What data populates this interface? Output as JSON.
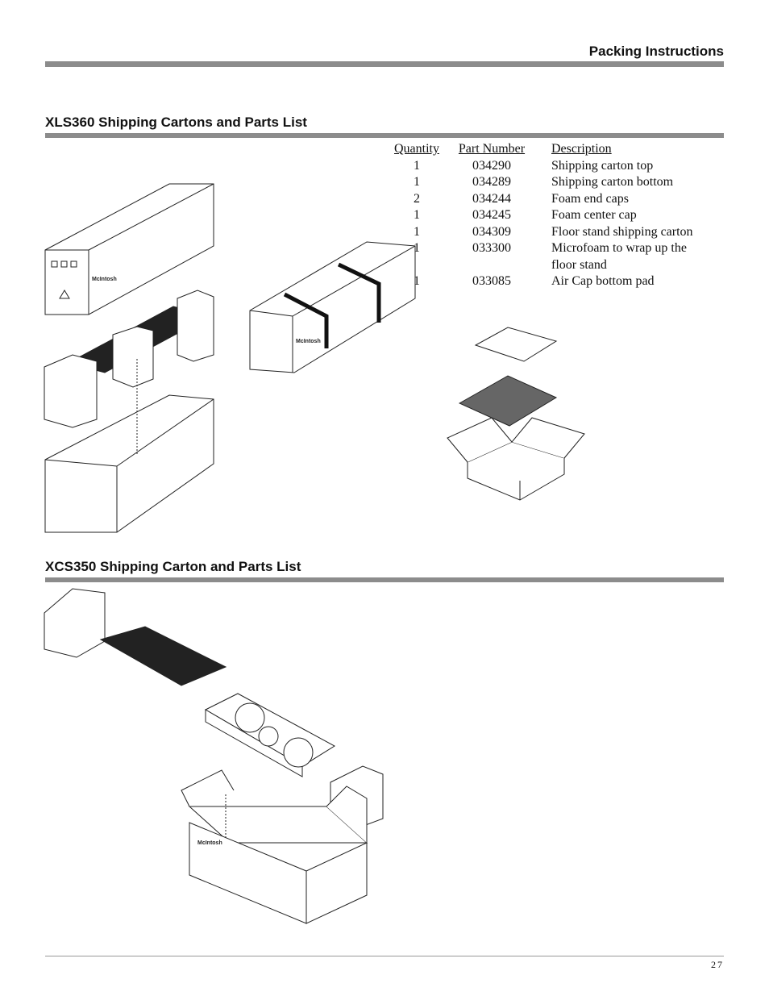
{
  "header": {
    "title": "Packing Instructions"
  },
  "sections": [
    {
      "title": "XLS360 Shipping Cartons and Parts List"
    },
    {
      "title": "XCS350 Shipping Carton and Parts List"
    }
  ],
  "parts_table": {
    "headers": {
      "quantity": "Quantity",
      "part_number": "Part Number",
      "description": "Description"
    },
    "rows": [
      {
        "quantity": "1",
        "part_number": "034290",
        "description": "Shipping carton top"
      },
      {
        "quantity": "1",
        "part_number": "034289",
        "description": "Shipping carton bottom"
      },
      {
        "quantity": "2",
        "part_number": "034244",
        "description": "Foam end caps"
      },
      {
        "quantity": "1",
        "part_number": "034245",
        "description": "Foam center cap"
      },
      {
        "quantity": "1",
        "part_number": "034309",
        "description": "Floor stand shipping carton"
      },
      {
        "quantity": "1",
        "part_number": "033300",
        "description": "Microfoam to wrap up the"
      },
      {
        "quantity": "",
        "part_number": "",
        "description": "floor stand"
      },
      {
        "quantity": "1",
        "part_number": "033085",
        "description": "Air Cap bottom pad"
      }
    ]
  },
  "footer": {
    "page_number": "27"
  }
}
